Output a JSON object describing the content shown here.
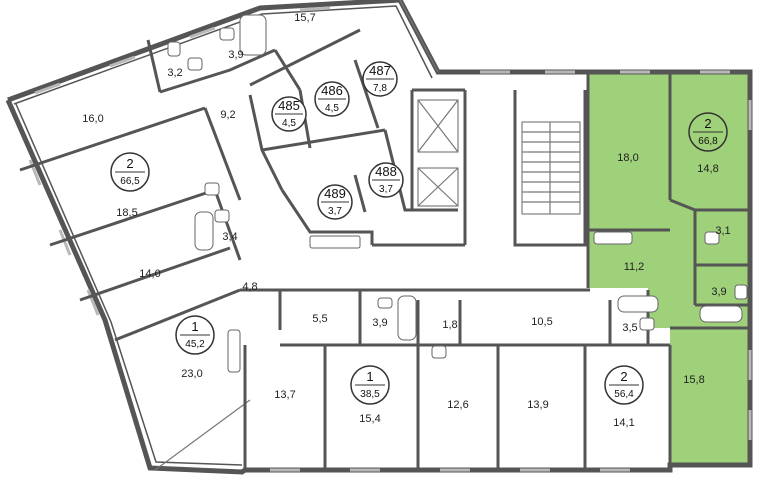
{
  "colors": {
    "highlight": "#9fd07a",
    "wall": "#555555",
    "window": "#b8b8b8",
    "background": "#ffffff"
  },
  "apartments": [
    {
      "id": "apt-2-66-8",
      "rooms": "2",
      "total": "66,8",
      "highlighted": true
    },
    {
      "id": "apt-2-66-5",
      "rooms": "2",
      "total": "66,5",
      "highlighted": false
    },
    {
      "id": "apt-1-45-2",
      "rooms": "1",
      "total": "45,2",
      "highlighted": false
    },
    {
      "id": "apt-1-38-5",
      "rooms": "1",
      "total": "38,5",
      "highlighted": false
    },
    {
      "id": "apt-2-56-4",
      "rooms": "2",
      "total": "56,4",
      "highlighted": false
    }
  ],
  "storages": [
    {
      "id": "485",
      "number": "485",
      "area": "4,5"
    },
    {
      "id": "486",
      "number": "486",
      "area": "4,5"
    },
    {
      "id": "487",
      "number": "487",
      "area": "7,8"
    },
    {
      "id": "488",
      "number": "488",
      "area": "3,7"
    },
    {
      "id": "489",
      "number": "489",
      "area": "3,7"
    }
  ],
  "rooms": [
    "15,7",
    "3,2",
    "3,9",
    "16,0",
    "9,2",
    "18,5",
    "3,4",
    "14,0",
    "4,8",
    "23,0",
    "5,5",
    "3,9",
    "1,8",
    "10,5",
    "3,5",
    "13,7",
    "15,4",
    "12,6",
    "13,9",
    "14,1",
    "18,0",
    "14,8",
    "3,1",
    "11,2",
    "3,9",
    "15,8"
  ]
}
